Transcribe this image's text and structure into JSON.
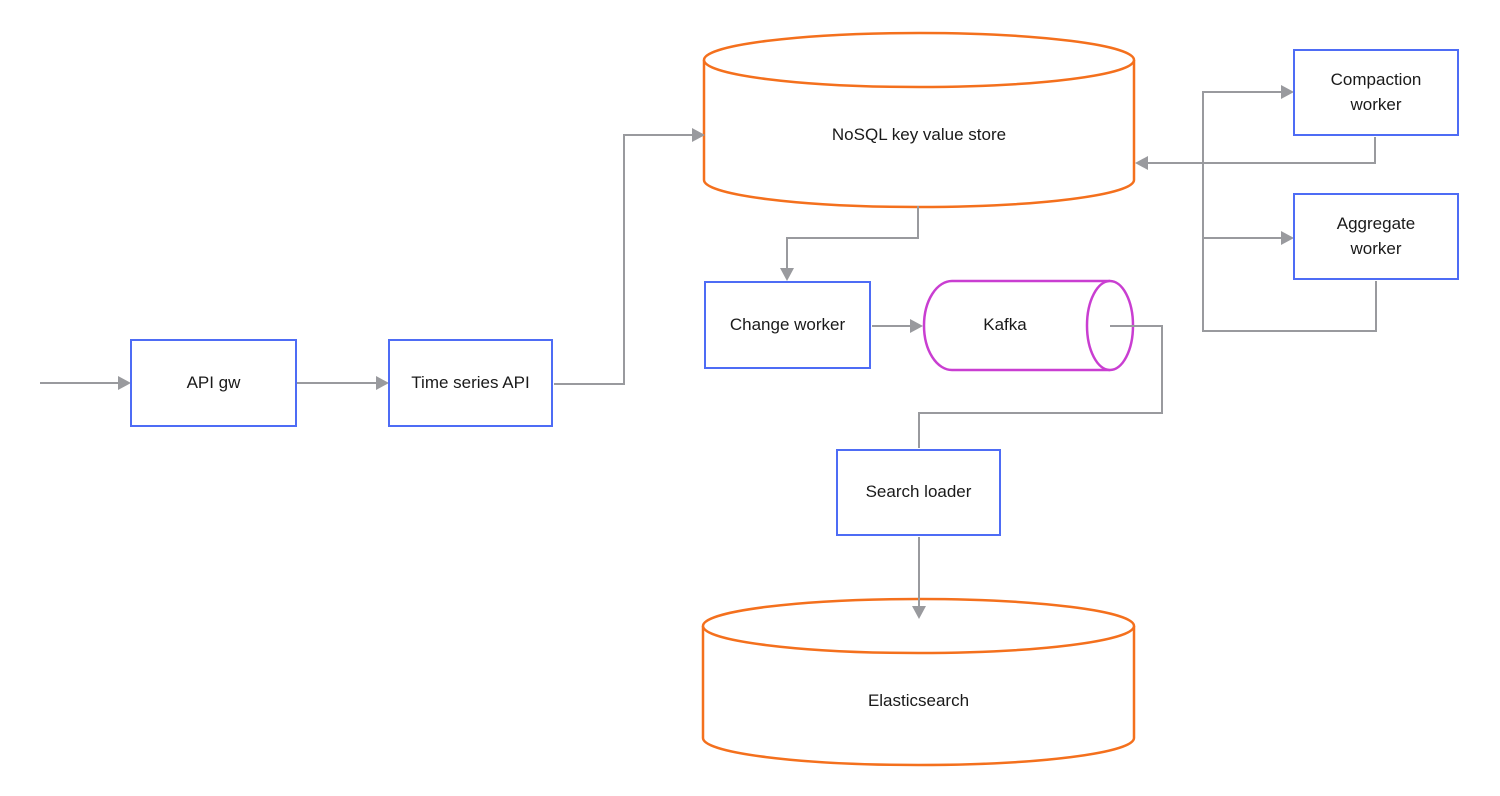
{
  "diagram": {
    "colors": {
      "box_border": "#4e6cf5",
      "datastore_stroke": "#f4701d",
      "queue_stroke": "#c93ed1",
      "connector": "#999a9e",
      "text": "#1a1a1a",
      "canvas_bg": "#ffffff"
    },
    "nodes": {
      "api_gw": {
        "label": "API gw",
        "shape": "rectangle"
      },
      "time_series_api": {
        "label": "Time series API",
        "shape": "rectangle"
      },
      "nosql_store": {
        "label": "NoSQL key value store",
        "shape": "cylinder"
      },
      "change_worker": {
        "label": "Change worker",
        "shape": "rectangle"
      },
      "kafka": {
        "label": "Kafka",
        "shape": "horizontal-cylinder"
      },
      "compaction_worker": {
        "label": "Compaction\nworker",
        "shape": "rectangle"
      },
      "aggregate_worker": {
        "label": "Aggregate\nworker",
        "shape": "rectangle"
      },
      "search_loader": {
        "label": "Search loader",
        "shape": "rectangle"
      },
      "elasticsearch": {
        "label": "Elasticsearch",
        "shape": "cylinder"
      }
    },
    "edges": [
      {
        "from": "external-input",
        "to": "api_gw",
        "arrow": true
      },
      {
        "from": "api_gw",
        "to": "time_series_api",
        "arrow": true
      },
      {
        "from": "time_series_api",
        "to": "nosql_store",
        "arrow": true
      },
      {
        "from": "nosql_store",
        "to": "change_worker",
        "arrow": true
      },
      {
        "from": "change_worker",
        "to": "kafka",
        "arrow": true
      },
      {
        "from": "kafka",
        "to": "search_loader",
        "arrow": false
      },
      {
        "from": "search_loader",
        "to": "elasticsearch",
        "arrow": true
      },
      {
        "from": "compaction_worker",
        "to": "nosql_store",
        "arrow": true
      },
      {
        "from": "aggregate_worker",
        "to": "compaction_worker",
        "arrow": true
      },
      {
        "from": "aggregate_worker",
        "to": "aggregate_worker",
        "arrow": true
      }
    ]
  }
}
